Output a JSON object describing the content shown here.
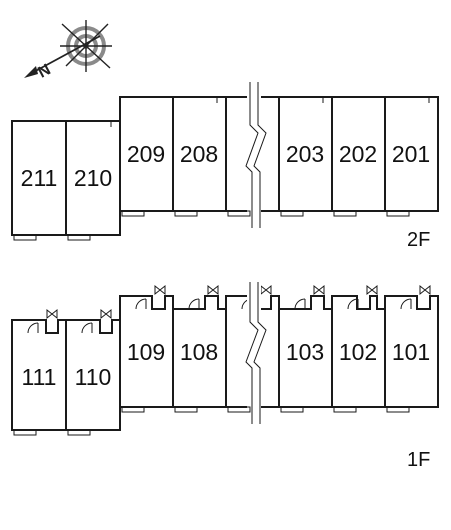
{
  "compass": {
    "icon": "compass-north-arrow-icon",
    "letter": "N"
  },
  "floors": [
    {
      "label": "2F",
      "units": [
        "211",
        "210",
        "209",
        "208",
        "203",
        "202",
        "201"
      ]
    },
    {
      "label": "1F",
      "units": [
        "111",
        "110",
        "109",
        "108",
        "103",
        "102",
        "101"
      ]
    }
  ],
  "colors": {
    "line": "#1a1a1a",
    "compass_gray": "#8a8a8a"
  }
}
